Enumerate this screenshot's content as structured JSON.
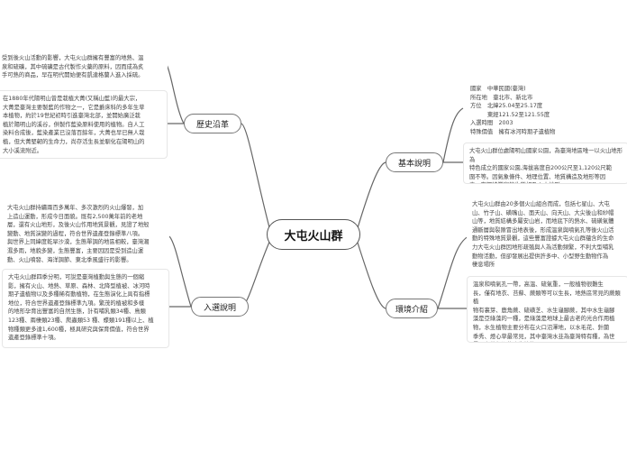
{
  "central": {
    "label": "大屯火山群"
  },
  "topics": {
    "history": "歷史沿革",
    "guide": "入選說明",
    "basic": "基本說明",
    "env": "環境介紹"
  },
  "notes": {
    "history_1": "受到後火山活動的影響，大屯火山群擁有豐富的地熱、溫\n泉和硫礦，其中硫礦是古代製作火藥的原料，因而成為炙\n手可熱的商品，早在明代開始便有凱達格蘭人進入採硫。",
    "history_2": "在1880年代陽明山曾是栽植大菁(又稱山藍)的最大宗，\n大菁是臺灣主要製藍的作物之一，它是爵床科的多年生草\n本植物，約於19世紀初時引進臺灣北部，並開始廣泛栽\n植於陽明山的溪谷，供製作藍染原料使用的植物。自人工\n染料合成後，藍染產業已沒落百餘年，大菁也早已無人栽\n植，但大菁堅韌的生命力，尚存活生長並馴化在陽明山的\n大小溪流附近。",
    "guide_1": "大屯火山群持續兩百多萬年、多次激烈的火山爆發，加\n上造山運動，形成今日面貌。既有2,500萬年前的老地\n層，還有火山地形，及後火山作用地質景觀，見證了地殼\n變動、地質演變的過程，符合世界遺產登錄標準八項。\n與世界上同緯度乾旱沙漠，生態單調的地區相較，臺灣潮\n濕多雨，地貌多變，生態豐富，主要因因是受到造山運\n動、火山噴發、海洋調節、東北季風盛行的影響。",
    "guide_2": "大屯火山群四季分明，可說是臺灣植動與生態的一個縮\n影，擁有火山、地熱、草原、森林、北降型植被、冰河時\n期孑遺植物以及多種稀有動植物，在生態演化上具有指標\n地位，符合世界遺產登錄標準九項。繁茂的植被和多樣\n的地形孕育出豐富的自然生態，計有哺乳類34種、鳥類\n123種、兩棲類23種、爬蟲類53 種、蝶類191種以上、植\n物種類更多達1,600種，極具研究與保育價值，符合世界\n遺產登錄標準十項。",
    "basic_1": "國家　中華民國(臺灣)\n所在地　臺北市、新北市\n方位　北緯25.04至25.17度\n　　　東經121.52至121.55度\n入選時間　2003\n特殊價值　擁有冰河時期孑遺植物",
    "basic_2": "大屯火山群位處陽明山國家公園，為臺灣地區唯一以火山地形為\n特色成立的國家公園,海拔高度自200公尺至1,120公尺範\n圍不等。因氣象條件、地理位置、地質構造及地形等因\n素，有獨特豐富的生態相及火山地形。",
    "env_1": "大屯火山群由20多個火山組合而成，包括七星山、大屯\n山、竹子山、磺嘴山、面天山、向天山、大尖後山和紗帽\n山等，地質結構多屬安山岩，而地底下的熱水、硫磺氣體\n通斷層與裂隙冒出地表後，形成溫泉與噴氣孔等後火山活\n動的特殊地質景觀，這些豐富證據大屯火山群蘊含的生命\n力大屯火山群因地形疏殖與人為活動頻繁，不利大型哺乳\n動物活動，但卻發展出提供許多中、小型野生動物作為\n棲息場所",
    "env_2": "溫泉和噴氣孔一帶，高溫、硫氣重，一般植物很難生\n長，僅有地衣、苔蘚、蕨類等可以生長，地熱區常見的蕨類植\n物有裏芽、鹿角蕨、硫磺芝、水生龜腳蕨，其中水生龜腳\n藻是亞綠藻的一種，是綠藻是地球上最古老的光合作用植\n物，水生植物主要分布在火口沼澤地，以水毛花、針蘭\n季秀、燈心草最常見，其中臺灣水韭為臺灣特有種，為世\n界現存夢幻湖的水生植物。"
  }
}
